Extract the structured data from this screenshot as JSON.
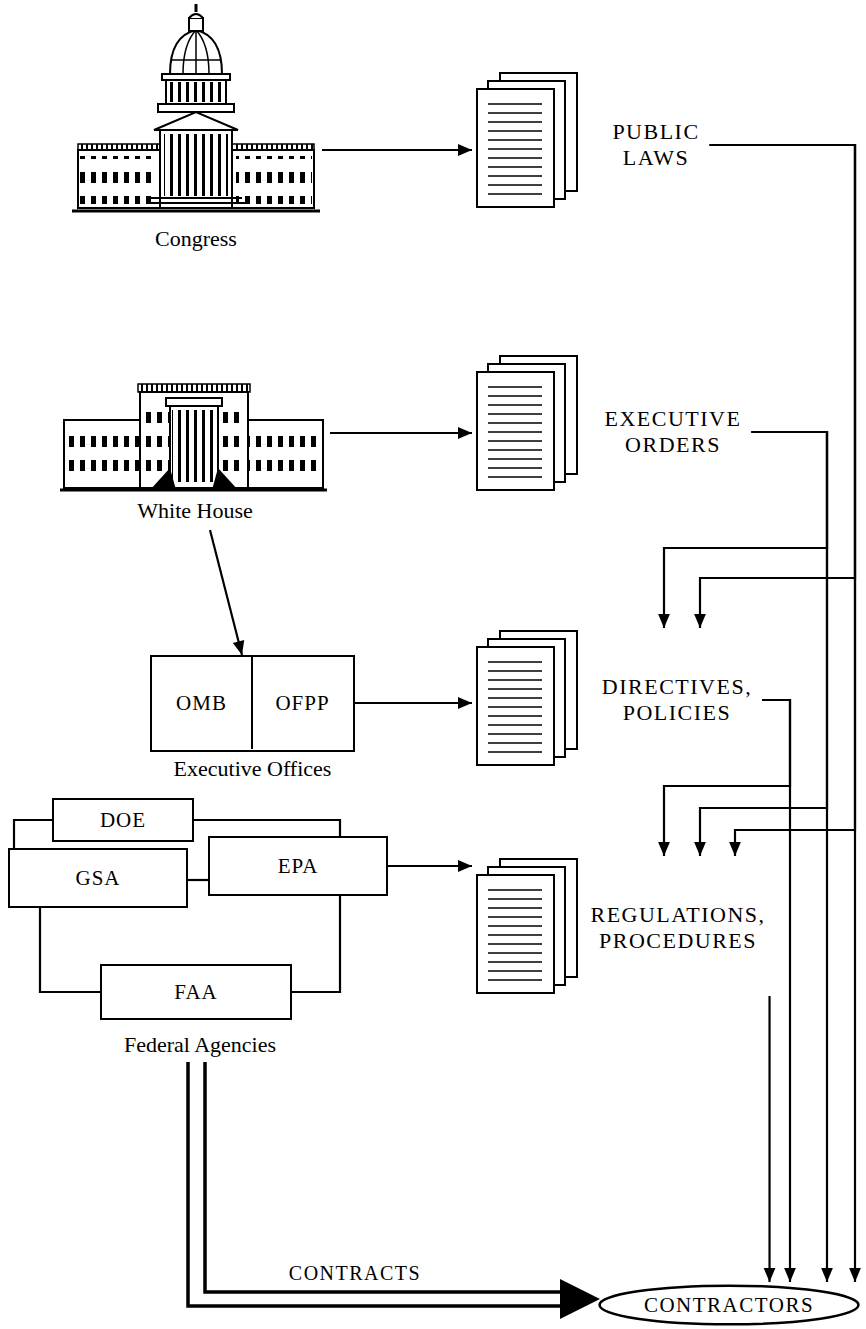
{
  "diagram": {
    "nodes": [
      {
        "text": [
          "Congress"
        ]
      },
      {
        "text": [
          "PUBLIC LAWS"
        ]
      },
      {
        "text": [
          "White House"
        ]
      },
      {
        "text": [
          "EXECUTIVE ORDERS"
        ]
      },
      {
        "text": [
          "Executive Offices"
        ]
      },
      {
        "text": [
          "OMB"
        ],
        "in": 4
      },
      {
        "text": [
          "OFPP"
        ],
        "in": 4
      },
      {
        "text": [
          "DIRECTIVES, POLICIES"
        ]
      },
      {
        "text": [
          "Federal Agencies"
        ]
      },
      {
        "text": [
          "DOE"
        ],
        "in": 8
      },
      {
        "text": [
          "GSA"
        ],
        "in": 8
      },
      {
        "text": [
          "EPA"
        ],
        "in": 8
      },
      {
        "text": [
          "FAA"
        ],
        "in": 8
      },
      {
        "text": [
          "REGULATIONS, PROCEDURES"
        ]
      },
      {
        "text": [
          "CONTRACTORS"
        ]
      }
    ],
    "edges": [
      {
        "from": 0,
        "to": 1,
        "arrow": "to"
      },
      {
        "from": 1,
        "to": 7,
        "arrow": "to"
      },
      {
        "from": 1,
        "to": 13,
        "arrow": "to"
      },
      {
        "from": 1,
        "to": 14,
        "arrow": "to"
      },
      {
        "from": 2,
        "to": 3,
        "arrow": "to"
      },
      {
        "from": 2,
        "to": 4,
        "arrow": "to"
      },
      {
        "from": 3,
        "to": 7,
        "arrow": "to"
      },
      {
        "from": 3,
        "to": 13,
        "arrow": "to"
      },
      {
        "from": 3,
        "to": 14,
        "arrow": "to"
      },
      {
        "from": 4,
        "to": 7,
        "arrow": "to"
      },
      {
        "from": 7,
        "to": 13,
        "arrow": "to"
      },
      {
        "from": 7,
        "to": 14,
        "arrow": "to"
      },
      {
        "from": 9,
        "to": 10,
        "arrow": "none"
      },
      {
        "from": 9,
        "to": 11,
        "arrow": "none"
      },
      {
        "from": 10,
        "to": 11,
        "arrow": "none"
      },
      {
        "from": 10,
        "to": 12,
        "arrow": "none"
      },
      {
        "from": 11,
        "to": 12,
        "arrow": "none"
      },
      {
        "from": 11,
        "to": 13,
        "arrow": "to"
      },
      {
        "from": 13,
        "to": 14,
        "arrow": "to"
      },
      {
        "from": 8,
        "to": 14,
        "label": "CONTRACTS",
        "arrow": "to"
      }
    ]
  }
}
